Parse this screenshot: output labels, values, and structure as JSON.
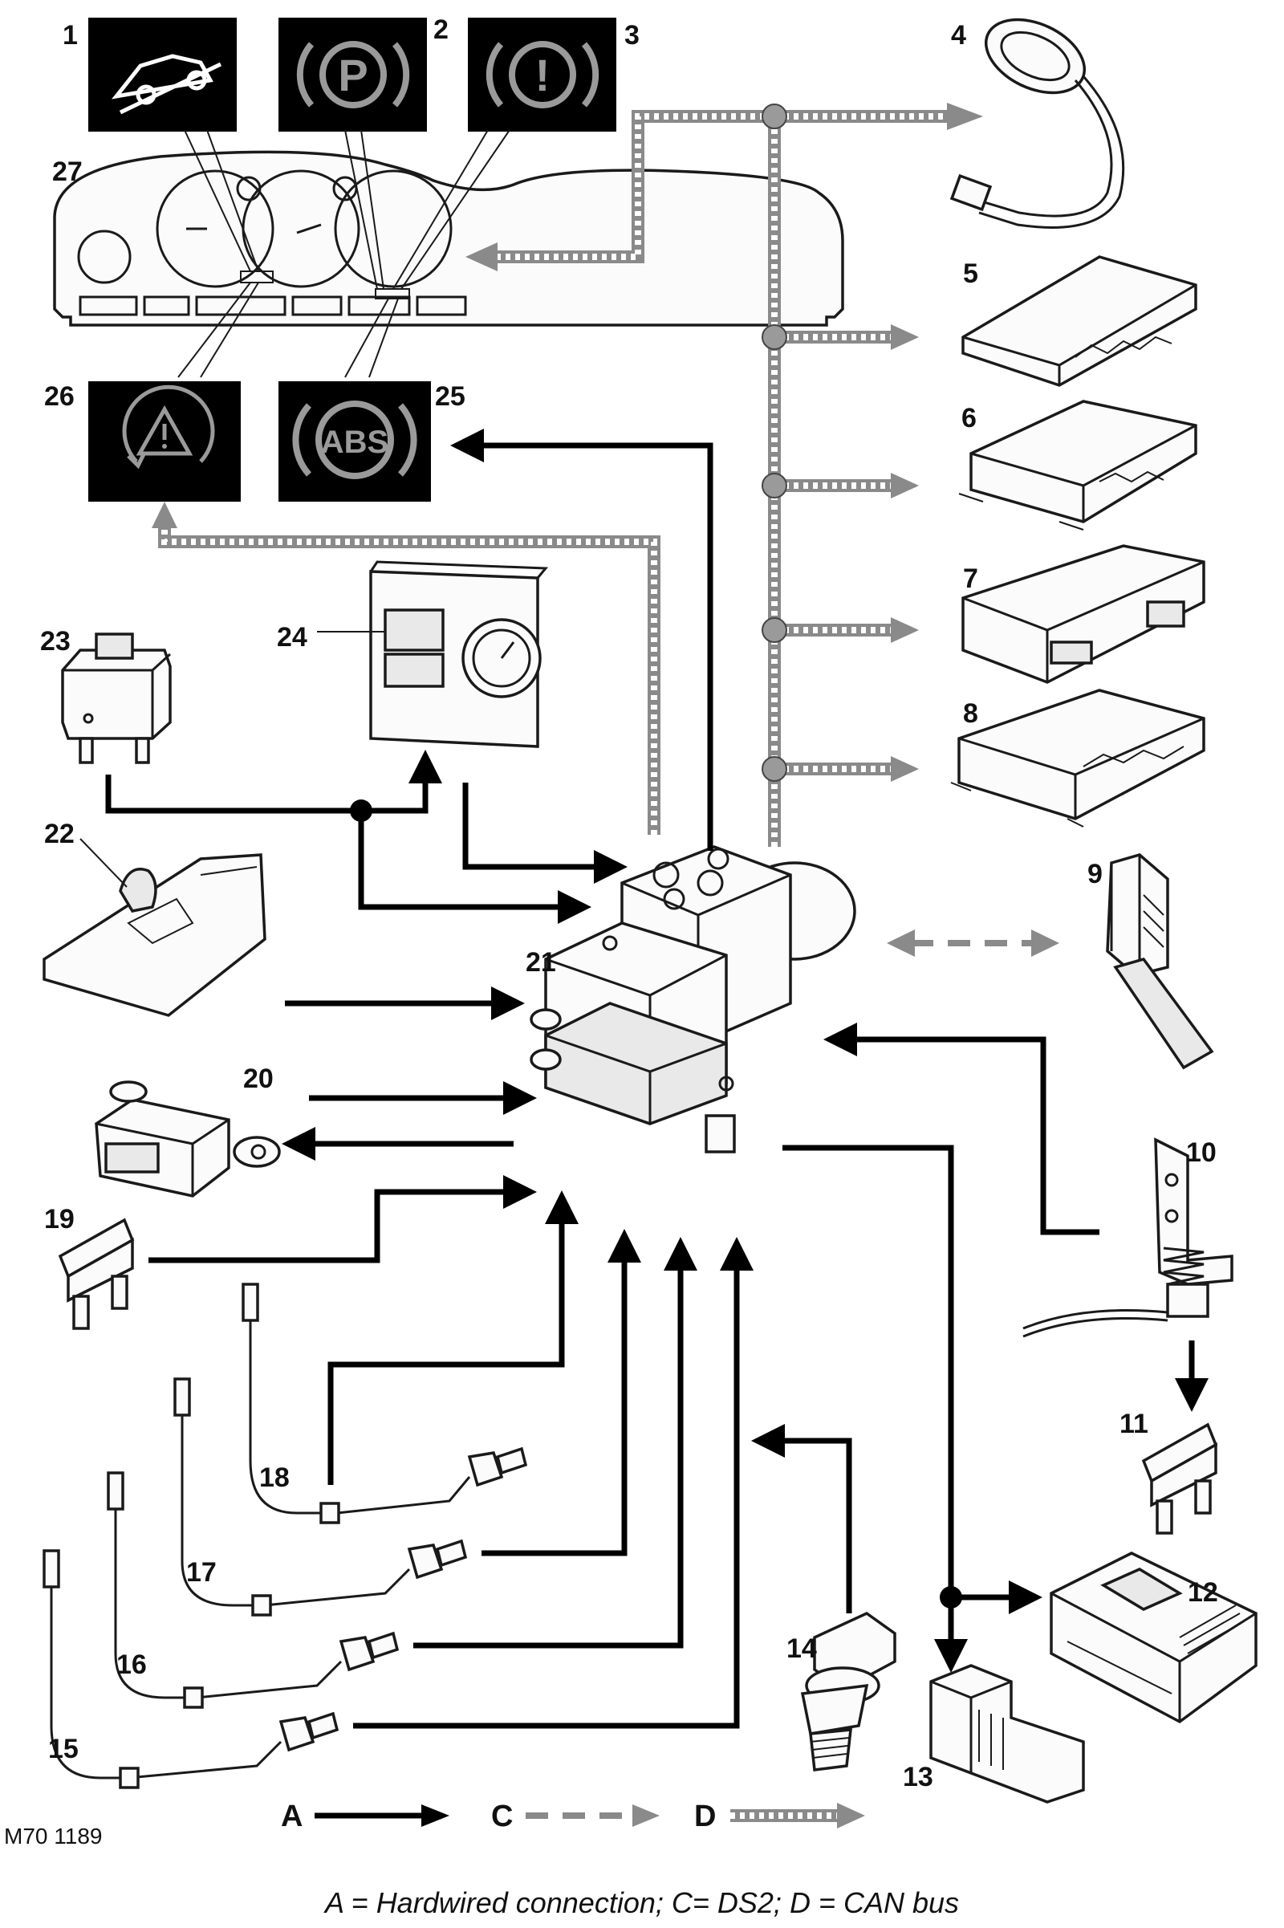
{
  "figure_id": "M70 1189",
  "caption": "A = Hardwired connection; C= DS2; D = CAN bus",
  "legend": [
    {
      "letter": "A",
      "style": "solid-black-arrow"
    },
    {
      "letter": "C",
      "style": "grey-dashed-arrow"
    },
    {
      "letter": "D",
      "style": "grey-hatched-arrow"
    }
  ],
  "callouts": [
    "1",
    "2",
    "3",
    "4",
    "5",
    "6",
    "7",
    "8",
    "9",
    "10",
    "11",
    "12",
    "13",
    "14",
    "15",
    "16",
    "17",
    "18",
    "19",
    "20",
    "21",
    "22",
    "23",
    "24",
    "25",
    "26",
    "27"
  ],
  "warning_lamps": {
    "parking_brake_letter": "P",
    "brake_warning_symbol": "!",
    "abs_text": "ABS"
  },
  "icons": [
    "hill-descent-icon",
    "parking-brake-icon",
    "brake-warning-icon",
    "abs-warning-icon",
    "dsc-warning-icon"
  ],
  "colors": {
    "hardwired": "#000000",
    "ds2": "#8a8a8a",
    "can_bus": "#8a8a8a",
    "lamp_background": "#000000",
    "lamp_symbol": "#9a9a9a"
  }
}
